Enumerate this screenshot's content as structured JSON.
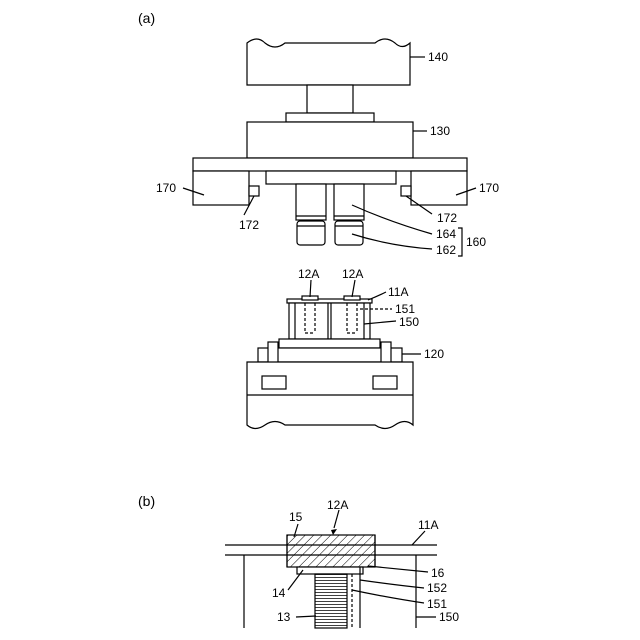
{
  "figure_a": {
    "label": "(a)",
    "refs": {
      "r140": "140",
      "r130": "130",
      "r170_left": "170",
      "r170_right": "170",
      "r172_left": "172",
      "r172_right": "172",
      "r164": "164",
      "r162": "162",
      "r160": "160",
      "r12A_left": "12A",
      "r12A_right": "12A",
      "r11A": "11A",
      "r151": "151",
      "r150": "150",
      "r120": "120"
    }
  },
  "figure_b": {
    "label": "(b)",
    "refs": {
      "r12A": "12A",
      "r15": "15",
      "r11A": "11A",
      "r16": "16",
      "r14": "14",
      "r152": "152",
      "r151": "151",
      "r13": "13",
      "r150": "150"
    }
  }
}
